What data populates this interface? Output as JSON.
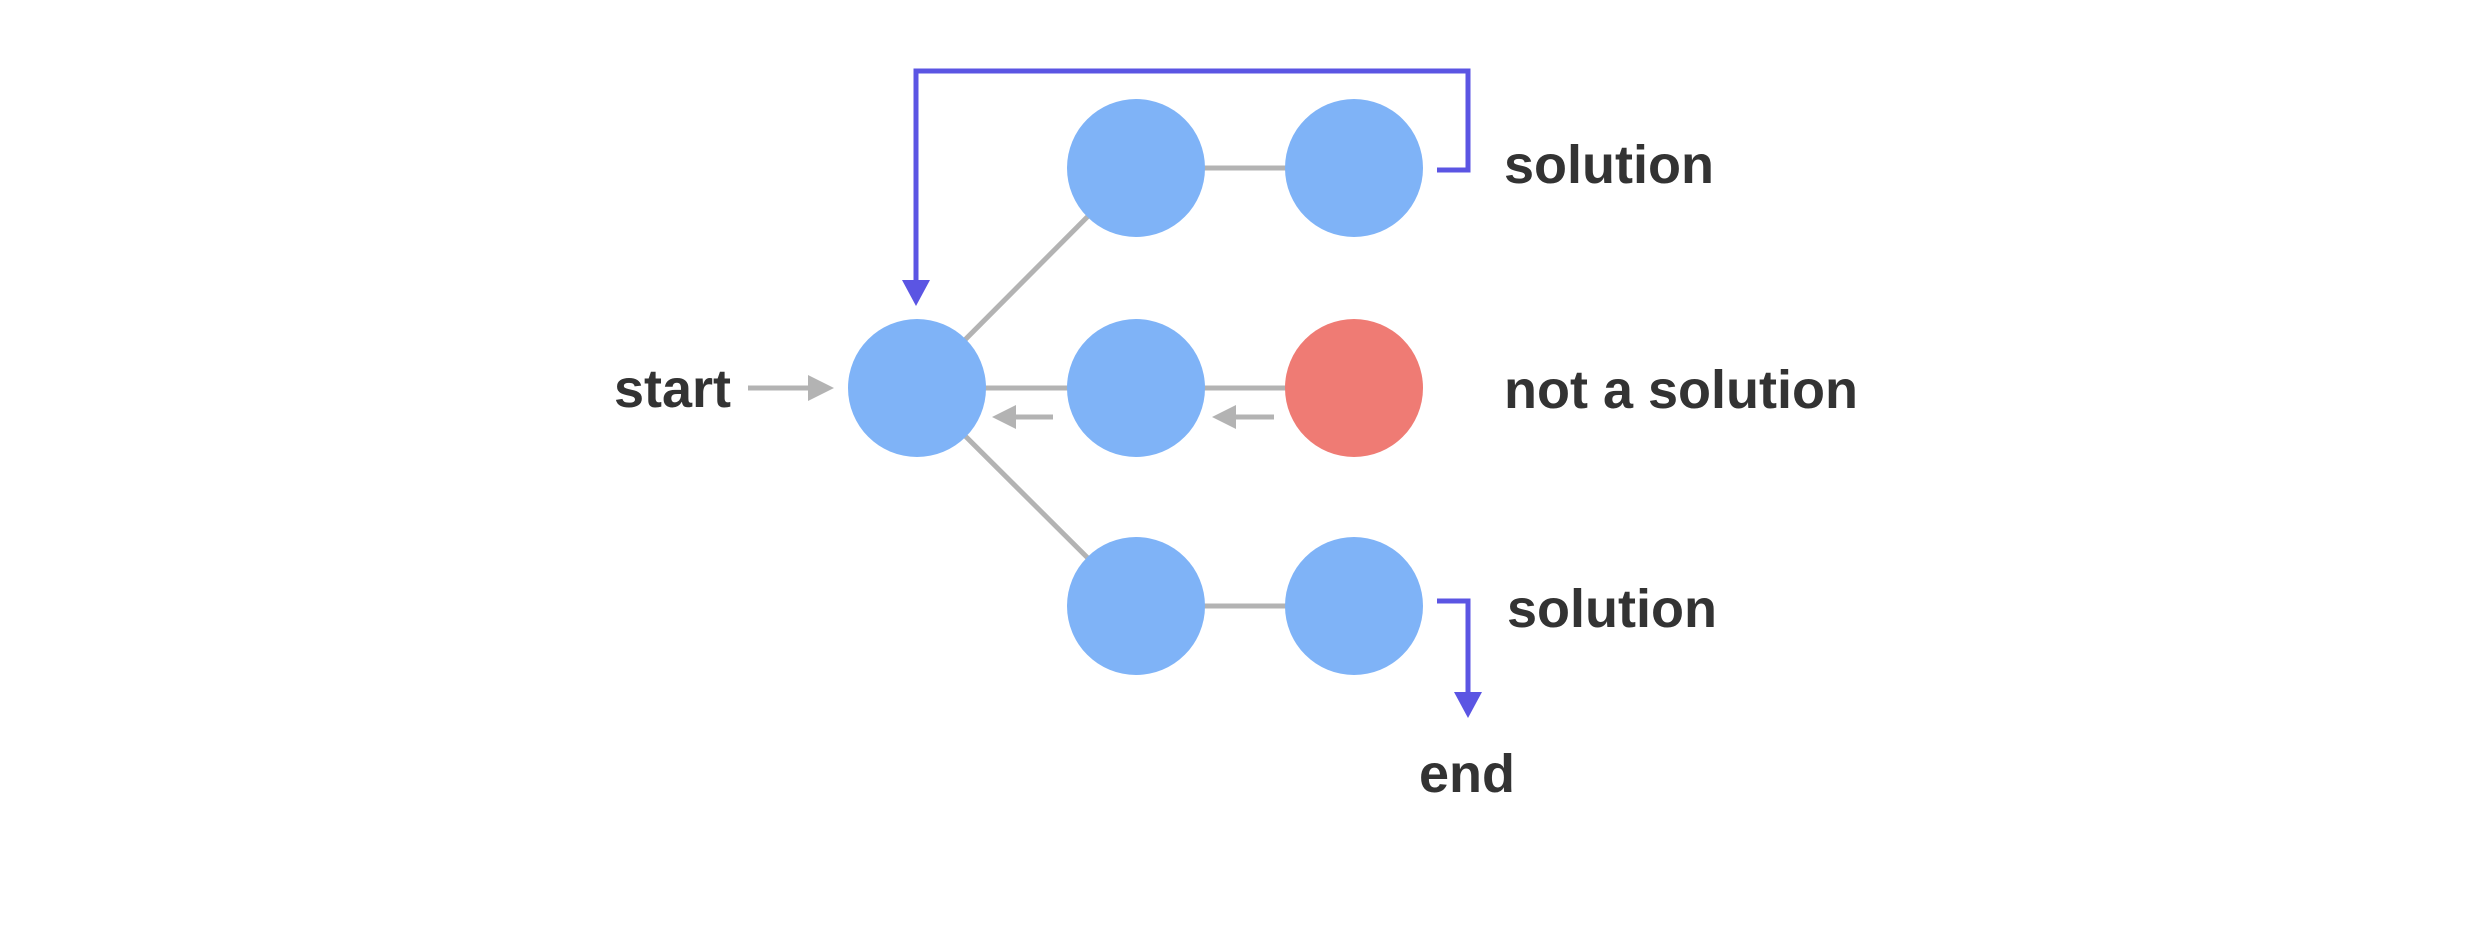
{
  "labels": {
    "start": "start",
    "top_solution": "solution",
    "middle_result": "not a solution",
    "bottom_solution": "solution",
    "end": "end"
  },
  "colors": {
    "node": "#7fb3f7",
    "dead_end_node": "#ef7b74",
    "edge": "#b3b3b3",
    "backtrack_arrow": "#b3b3b3",
    "solution_arrow": "#5b55e3",
    "text": "#333333"
  },
  "nodes": [
    {
      "id": "root",
      "state": "explored"
    },
    {
      "id": "top-1",
      "state": "explored"
    },
    {
      "id": "top-2",
      "state": "solution"
    },
    {
      "id": "mid-1",
      "state": "explored"
    },
    {
      "id": "mid-2",
      "state": "not-a-solution"
    },
    {
      "id": "bot-1",
      "state": "explored"
    },
    {
      "id": "bot-2",
      "state": "solution"
    }
  ]
}
